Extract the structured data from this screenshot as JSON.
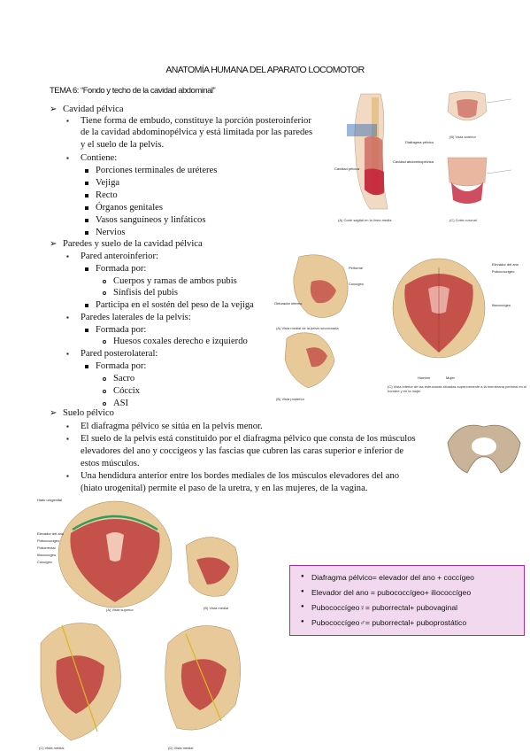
{
  "header": {
    "title": "ANATOMÍA HUMANA DEL APARATO LOCOMOTOR",
    "subtitle": "TEMA 6: “Fondo y techo de la cavidad abdominal”"
  },
  "content": {
    "s1_title": "Cavidad pélvica",
    "s1_l1": "Tiene forma de embudo, constituye la porción posteroinferior",
    "s1_l2": "de la cavidad abdominopélvica y está limitada por las paredes",
    "s1_l3": "y el suelo de la pelvis.",
    "s1_contiene": "Contiene:",
    "s1_items": [
      "Porciones terminales de uréteres",
      "Vejiga",
      "Recto",
      "Órganos genitales",
      "Vasos sanguíneos y linfáticos",
      "Nervios"
    ],
    "s2_title": "Paredes y suelo de la cavidad pélvica",
    "s2_ant": "Pared anteroinferior:",
    "s2_formada": "Formada por:",
    "s2_ant_a": "Cuerpos y ramas de ambos pubis",
    "s2_ant_b": "Sínfisis del pubis",
    "s2_ant_c": "Participa en el sostén del peso de la vejiga",
    "s2_lat": "Paredes laterales de la pelvis:",
    "s2_lat_a": "Huesos coxales derecho e izquierdo",
    "s2_post": "Pared posterolateral:",
    "s2_post_items": [
      "Sacro",
      "Cóccix",
      "ASI"
    ],
    "s3_title": "Suelo pélvico",
    "s3_l1": "El diafragma pélvico se sitúa en la pelvis menor.",
    "s3_l2": "El suelo de la pelvis está constituido por el diafragma pélvico que consta de los músculos",
    "s3_l3": "elevadores del ano y coccígeos y las fascias que cubren las caras superior e inferior de",
    "s3_l4": "estos músculos.",
    "s3_l5": "Una hendidura anterior entre los bordes mediales de los músculos elevadores del ano",
    "s3_l6": "(hiato urogenital) permite el paso de la uretra, y en las mujeres, de la vagina."
  },
  "figures": {
    "fig1_labels": [
      "Diafragma pélvico",
      "Cavidad abdominopélvica",
      "Cavidad pélvica",
      "(A) Corte sagital en la línea media",
      "(B) Vista anterior",
      "(C) Corte coronal"
    ],
    "fig2_labels": [
      "Piriforme",
      "Coccígeo",
      "Obturador interno",
      "(A) Vista medial de la pelvis seccionada",
      "(B) Vista posterior",
      "Elevador del ano",
      "Pubococcígeo",
      "Iliococcígeo",
      "(C) Vista inferior de las estructuras situadas superiormente a la membrana perineal en el hombre y en la mujer",
      "Hombre",
      "Mujer"
    ],
    "fig3_labels": [
      "Hiato urogenital",
      "Elevador del ano",
      "Pubococcígeo",
      "Puborrectal",
      "Iliococcígeo",
      "Coccígeo",
      "(A) Vista superior",
      "(B) Vista medial",
      "(C) Vista medial",
      "(D) Vista medial"
    ]
  },
  "summary_box": {
    "items": [
      "Diafragma pélvico= elevador del ano + coccígeo",
      "Elevador del ano = pubococcígeo+ iliococcígeo",
      "Pubococcígeo♀= puborrectal+ pubovaginal",
      "Pubococcígeo♂= puborrectal+ puboprostático"
    ]
  },
  "colors": {
    "box_bg": "#f3d9ef",
    "box_border": "#a52fa0",
    "muscle": "#c4524a",
    "bone": "#e8c99a"
  }
}
